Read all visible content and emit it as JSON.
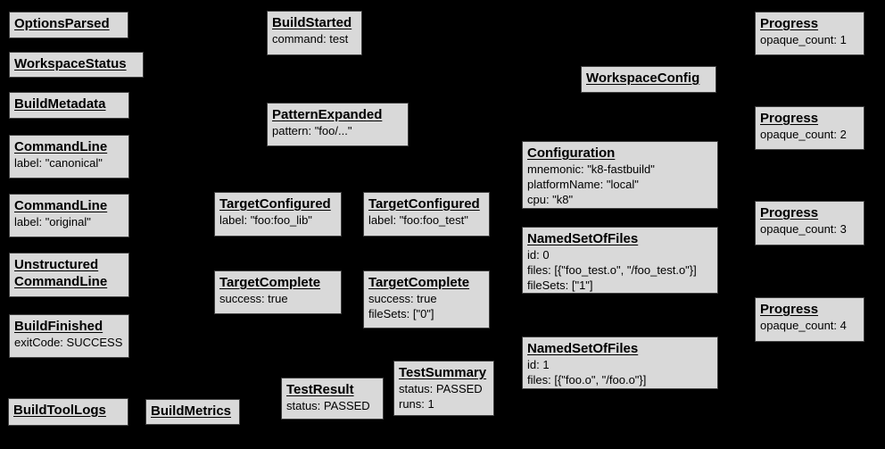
{
  "diagram": {
    "background_color": "#000000",
    "box_fill_color": "#d9d9d9",
    "box_border_color": "#3f3f3f",
    "text_color": "#000000"
  },
  "nodes": {
    "options_parsed": {
      "title": "OptionsParsed"
    },
    "workspace_status": {
      "title": "WorkspaceStatus"
    },
    "build_metadata": {
      "title": "BuildMetadata"
    },
    "command_line_canonical": {
      "title": "CommandLine",
      "lines": [
        "label: \"canonical\""
      ]
    },
    "command_line_original": {
      "title": "CommandLine",
      "lines": [
        "label: \"original\""
      ]
    },
    "unstructured_command_line": {
      "title": "Unstructured CommandLine"
    },
    "build_finished": {
      "title": "BuildFinished",
      "lines": [
        "exitCode: SUCCESS"
      ]
    },
    "build_tool_logs": {
      "title": "BuildToolLogs"
    },
    "build_metrics": {
      "title": "BuildMetrics"
    },
    "build_started": {
      "title": "BuildStarted",
      "lines": [
        "command: test"
      ]
    },
    "pattern_expanded": {
      "title": "PatternExpanded",
      "lines": [
        "pattern: \"foo/...\""
      ]
    },
    "target_configured_lib": {
      "title": "TargetConfigured",
      "lines": [
        "label: \"foo:foo_lib\""
      ]
    },
    "target_configured_test": {
      "title": "TargetConfigured",
      "lines": [
        "label: \"foo:foo_test\""
      ]
    },
    "target_complete_lib": {
      "title": "TargetComplete",
      "lines": [
        "success: true"
      ]
    },
    "target_complete_test": {
      "title": "TargetComplete",
      "lines": [
        "success: true",
        "fileSets: [\"0\"]"
      ]
    },
    "test_result": {
      "title": "TestResult",
      "lines": [
        "status: PASSED"
      ]
    },
    "test_summary": {
      "title": "TestSummary",
      "lines": [
        "status: PASSED",
        "runs: 1"
      ]
    },
    "workspace_config": {
      "title": "WorkspaceConfig"
    },
    "configuration": {
      "title": "Configuration",
      "lines": [
        "mnemonic: \"k8-fastbuild\"",
        "platformName: \"local\"",
        "cpu: \"k8\""
      ]
    },
    "named_set_of_files_0": {
      "title": "NamedSetOfFiles",
      "lines": [
        "id: 0",
        "files: [{\"foo_test.o\", \"/foo_test.o\"}]",
        "fileSets: [\"1\"]"
      ]
    },
    "named_set_of_files_1": {
      "title": "NamedSetOfFiles",
      "lines": [
        "id: 1",
        "files: [{\"foo.o\", \"/foo.o\"}]"
      ]
    },
    "progress_1": {
      "title": "Progress",
      "lines": [
        "opaque_count: 1"
      ]
    },
    "progress_2": {
      "title": "Progress",
      "lines": [
        "opaque_count: 2"
      ]
    },
    "progress_3": {
      "title": "Progress",
      "lines": [
        "opaque_count: 3"
      ]
    },
    "progress_4": {
      "title": "Progress",
      "lines": [
        "opaque_count: 4"
      ]
    }
  }
}
